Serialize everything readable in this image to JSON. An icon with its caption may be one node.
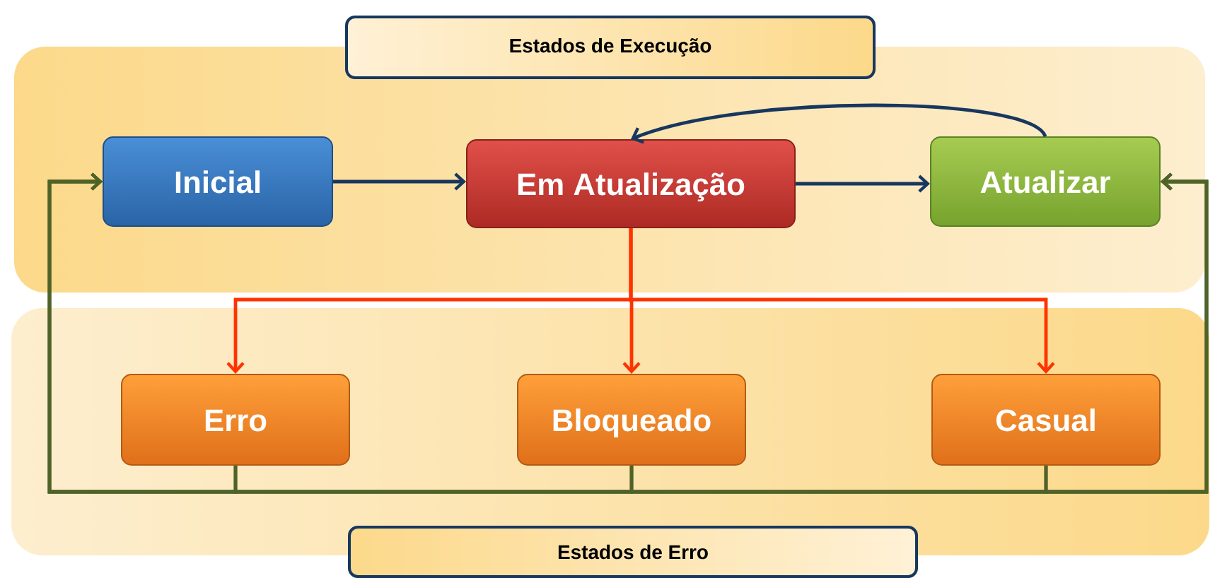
{
  "diagram": {
    "nodes": [
      {
        "text": [
          "Estados de Execução"
        ]
      },
      {
        "text": [],
        "shape": "box"
      },
      {
        "text": [
          "Inicial"
        ],
        "in": 1
      },
      {
        "text": [
          "Em Atualização"
        ],
        "in": 1
      },
      {
        "text": [
          "Atualizar"
        ],
        "in": 1
      },
      {
        "text": [],
        "shape": "box"
      },
      {
        "text": [
          "Erro"
        ],
        "in": 5
      },
      {
        "text": [
          "Bloqueado"
        ],
        "in": 5
      },
      {
        "text": [
          "Casual"
        ],
        "in": 5
      },
      {
        "text": [
          "Estados de Erro"
        ]
      }
    ],
    "edges": [
      {
        "from": 2,
        "to": 3,
        "arrow": "to",
        "color": "#17375e"
      },
      {
        "from": 3,
        "to": 4,
        "arrow": "to",
        "color": "#17375e"
      },
      {
        "from": 4,
        "to": 3,
        "arrow": "to",
        "color": "#17375e"
      },
      {
        "from": 3,
        "to": 6,
        "arrow": "to",
        "color": "#ff3300"
      },
      {
        "from": 3,
        "to": 7,
        "arrow": "to",
        "color": "#ff3300"
      },
      {
        "from": 3,
        "to": 8,
        "arrow": "to",
        "color": "#ff3300"
      },
      {
        "from": 6,
        "to": 2,
        "arrow": "to"
      },
      {
        "from": 7,
        "to": 2,
        "arrow": "to"
      },
      {
        "from": 8,
        "to": 2,
        "arrow": "to"
      },
      {
        "from": 6,
        "to": 4,
        "arrow": "to"
      },
      {
        "from": 7,
        "to": 4,
        "arrow": "to"
      },
      {
        "from": 8,
        "to": 4,
        "arrow": "to"
      }
    ]
  }
}
